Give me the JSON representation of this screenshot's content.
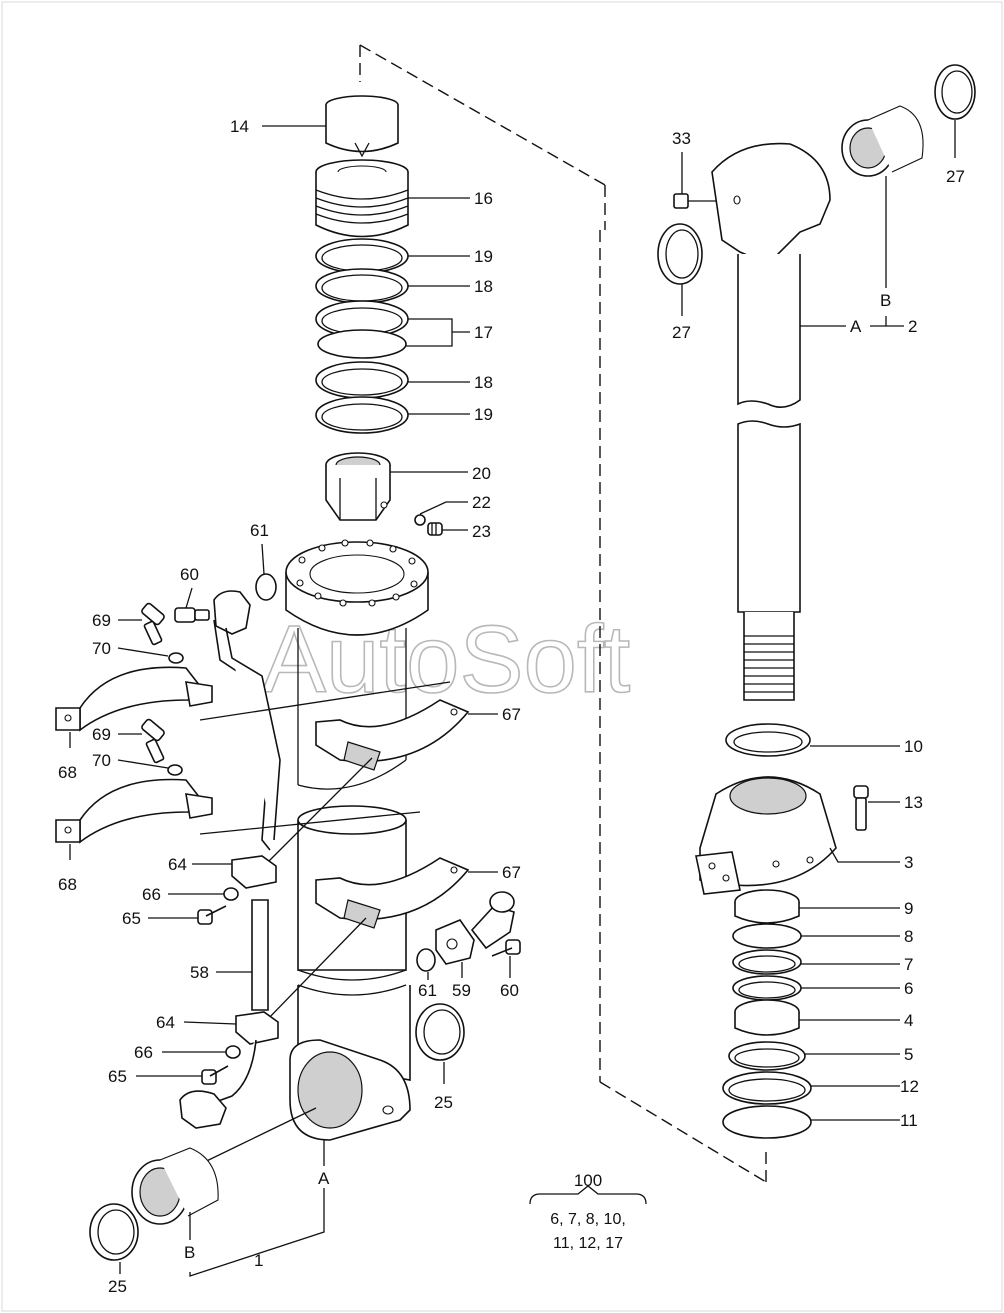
{
  "watermark": "AutoSoft",
  "labels": {
    "l14": "14",
    "l16": "16",
    "l19a": "19",
    "l18a": "18",
    "l17": "17",
    "l18b": "18",
    "l19b": "19",
    "l20": "20",
    "l22": "22",
    "l23": "23",
    "l61a": "61",
    "l60a": "60",
    "l69a": "69",
    "l70a": "70",
    "l69b": "69",
    "l70b": "70",
    "l68a": "68",
    "l68b": "68",
    "l67a": "67",
    "l67b": "67",
    "l64a": "64",
    "l66a": "66",
    "l65a": "65",
    "l58": "58",
    "l64b": "64",
    "l66b": "66",
    "l65b": "65",
    "l61b": "61",
    "l59": "59",
    "l60b": "60",
    "l25a": "25",
    "l25b": "25",
    "lA1": "A",
    "lB1": "B",
    "l1": "1",
    "l33": "33",
    "l27a": "27",
    "l27b": "27",
    "lB2": "B",
    "lA2": "A",
    "l2": "2",
    "l10": "10",
    "l13": "13",
    "l3": "3",
    "l9": "9",
    "l8": "8",
    "l7": "7",
    "l6": "6",
    "l4": "4",
    "l5": "5",
    "l12": "12",
    "l11": "11"
  },
  "kit": {
    "title": "100",
    "line1": "6, 7, 8, 10,",
    "line2": "11, 12, 17"
  }
}
